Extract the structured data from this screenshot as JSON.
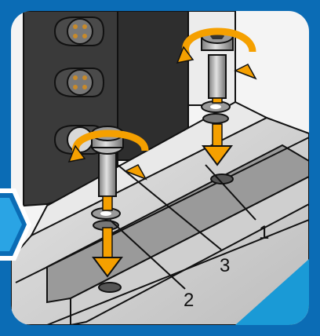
{
  "illustration": {
    "callouts": [
      {
        "label": "1"
      },
      {
        "label": "3"
      },
      {
        "label": "2"
      }
    ],
    "icons": {
      "step_badge": "blue-hexagon-badge",
      "rotation": "orange-rotation-arrow",
      "direction": "orange-down-arrow"
    },
    "colors": {
      "frame_blue": "#0b6cb5",
      "accent_orange": "#f5a000",
      "dark_gray": "#3a3a3a",
      "rail_gray": "#d3d3d3",
      "outline": "#111111"
    }
  }
}
